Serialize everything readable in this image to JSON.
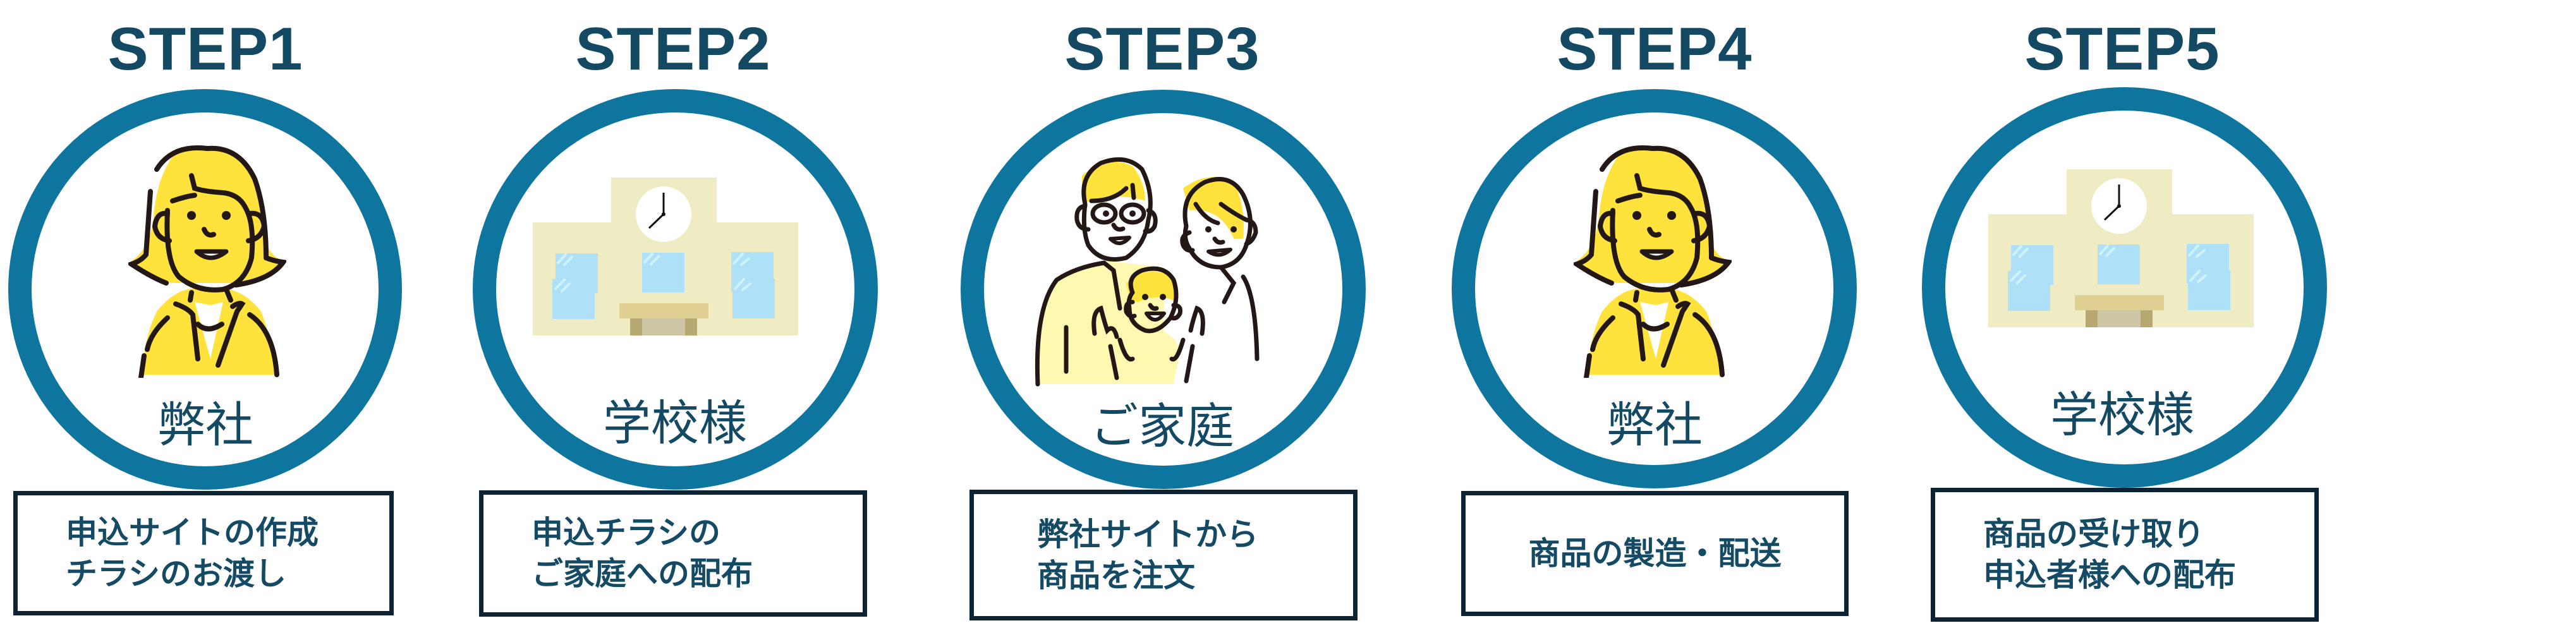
{
  "colors": {
    "ring": "#0E769E",
    "title": "#134963",
    "box_border": "#0B2333",
    "box_text": "#144A63",
    "accent_yellow": "#FFE33C",
    "building": "#EFEBC2",
    "window": "#AEE1F7"
  },
  "steps": [
    {
      "title": "STEP1",
      "actor": "弊社",
      "icon": "person-icon",
      "description": "申込サイトの作成\nチラシのお渡し"
    },
    {
      "title": "STEP2",
      "actor": "学校様",
      "icon": "school-building-icon",
      "description": "申込チラシの\nご家庭への配布"
    },
    {
      "title": "STEP3",
      "actor": "ご家庭",
      "icon": "family-icon",
      "description": "弊社サイトから\n商品を注文"
    },
    {
      "title": "STEP4",
      "actor": "弊社",
      "icon": "person-icon",
      "description": "商品の製造・配送"
    },
    {
      "title": "STEP5",
      "actor": "学校様",
      "icon": "school-building-icon",
      "description": "商品の受け取り\n申込者様への配布"
    }
  ]
}
